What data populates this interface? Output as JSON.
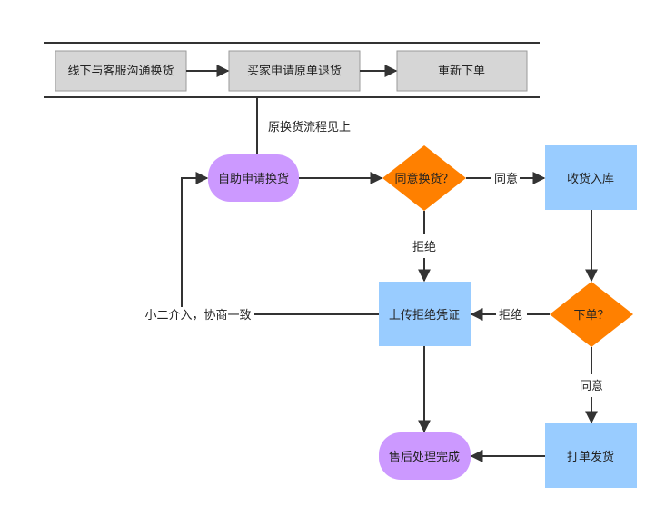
{
  "colors": {
    "gray_box": "#d6d6d6",
    "gray_border": "#9a9a9a",
    "purple": "#cc99ff",
    "orange": "#ff8000",
    "blue": "#99ccff",
    "line": "#333333"
  },
  "top_process": {
    "step1": "线下与客服沟通换货",
    "step2": "买家申请原单退货",
    "step3": "重新下单"
  },
  "nodes": {
    "self_exchange": "自助申请换货",
    "agree_exchange": "同意换货？",
    "receive_stock": "收货入库",
    "place_order": "下单？",
    "upload_proof": "上传拒绝凭证",
    "print_ship": "打单发货",
    "after_sale_done": "售后处理完成"
  },
  "edge_labels": {
    "original_flow": "原换货流程见上",
    "agree_1": "同意",
    "reject_1": "拒绝",
    "reject_2": "拒绝",
    "agree_2": "同意",
    "negotiate": "小二介入，协商一致"
  }
}
